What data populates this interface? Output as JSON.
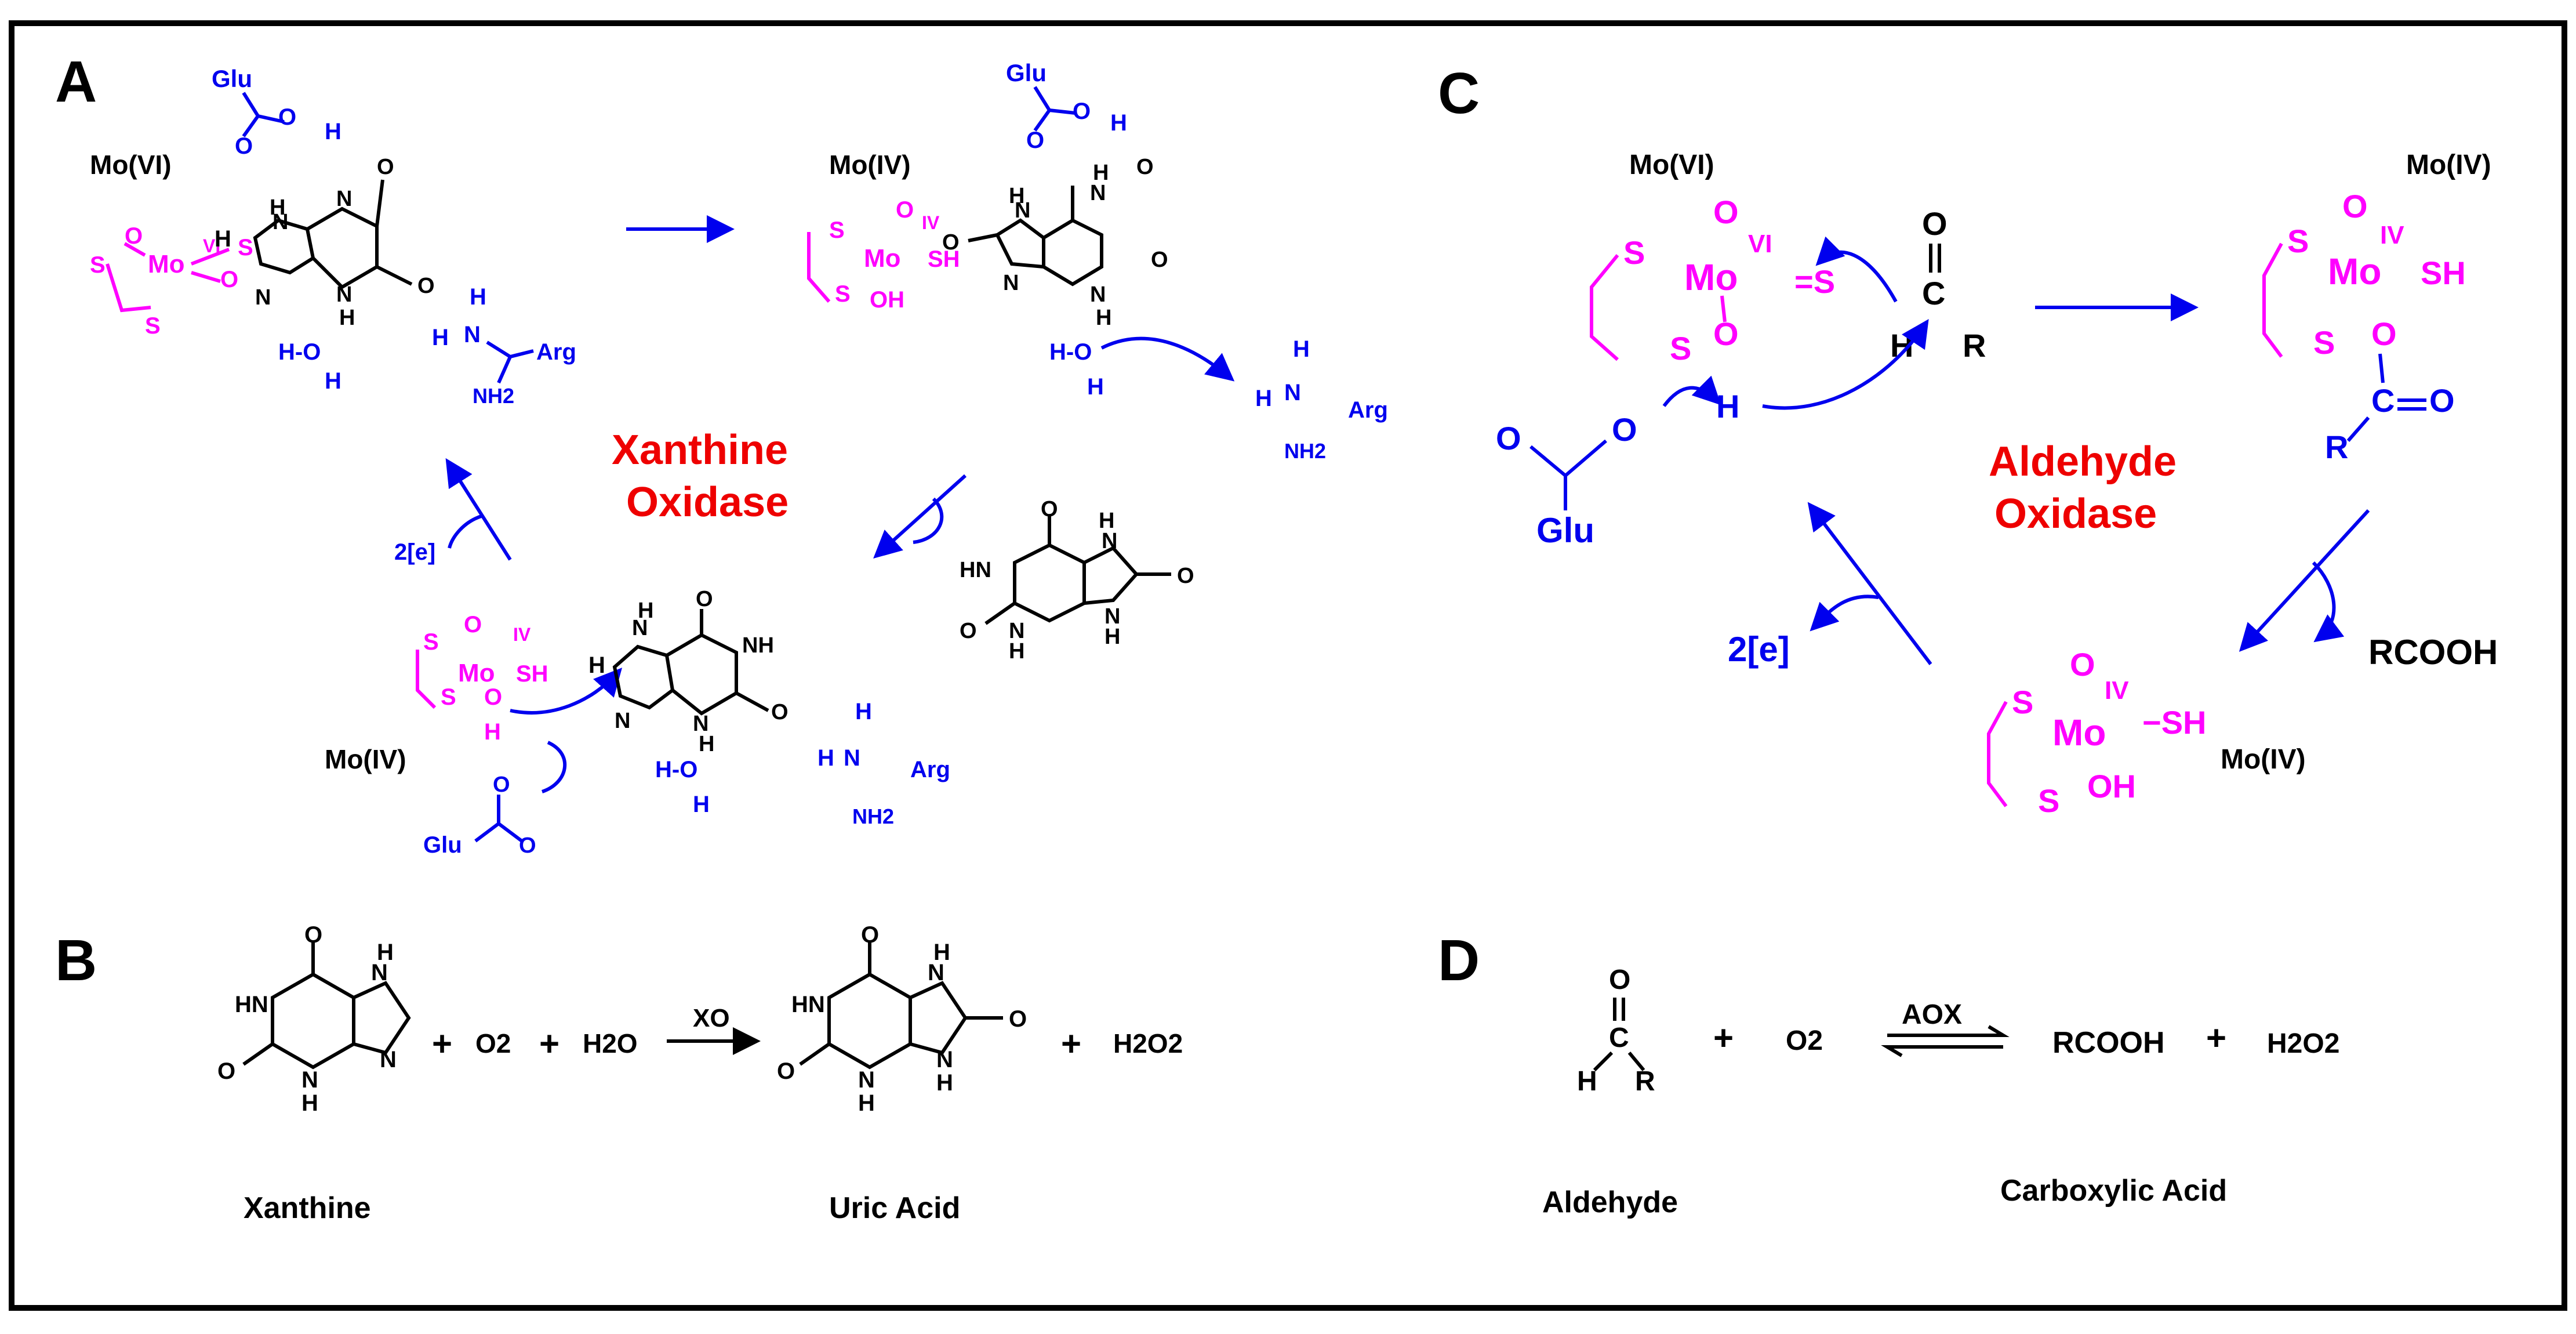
{
  "panels": {
    "a": {
      "letter": "A",
      "center_label_line1": "Xanthine",
      "center_label_line2": "Oxidase",
      "mo6_label": "Mo(VI)",
      "mo4_label_top": "Mo(IV)",
      "mo4_label_bottom": "Mo(IV)",
      "glu_label": "Glu",
      "arg_label": "Arg",
      "nh2_label": "NH2",
      "water_label": "H-O",
      "electrons_label": "2[e]",
      "oxidation_vi": "VI",
      "oxidation_iv": "IV"
    },
    "b": {
      "letter": "B",
      "reactant1_name": "Xanthine",
      "reactant2": "O2",
      "reactant3": "H2O",
      "catalyst": "XO",
      "product1_name": "Uric Acid",
      "product2": "H2O2",
      "plus": "+"
    },
    "c": {
      "letter": "C",
      "center_label_line1": "Aldehyde",
      "center_label_line2": "Oxidase",
      "mo6_label": "Mo(VI)",
      "mo4_label_top": "Mo(IV)",
      "mo4_label_bottom": "Mo(IV)",
      "glu_label": "Glu",
      "electrons_label": "2[e]",
      "product_label": "RCOOH",
      "oxidation_vi": "VI",
      "oxidation_iv": "IV"
    },
    "d": {
      "letter": "D",
      "reactant2": "O2",
      "catalyst": "AOX",
      "product1": "RCOOH",
      "product2": "H2O2",
      "plus": "+",
      "reactant1_name": "Aldehyde",
      "product1_name": "Carboxylic Acid"
    }
  },
  "colors": {
    "substrate": "#000000",
    "cofactor": "#ff00ff",
    "enzyme_residue": "#0000ee",
    "enzyme_name": "#ee0000"
  }
}
